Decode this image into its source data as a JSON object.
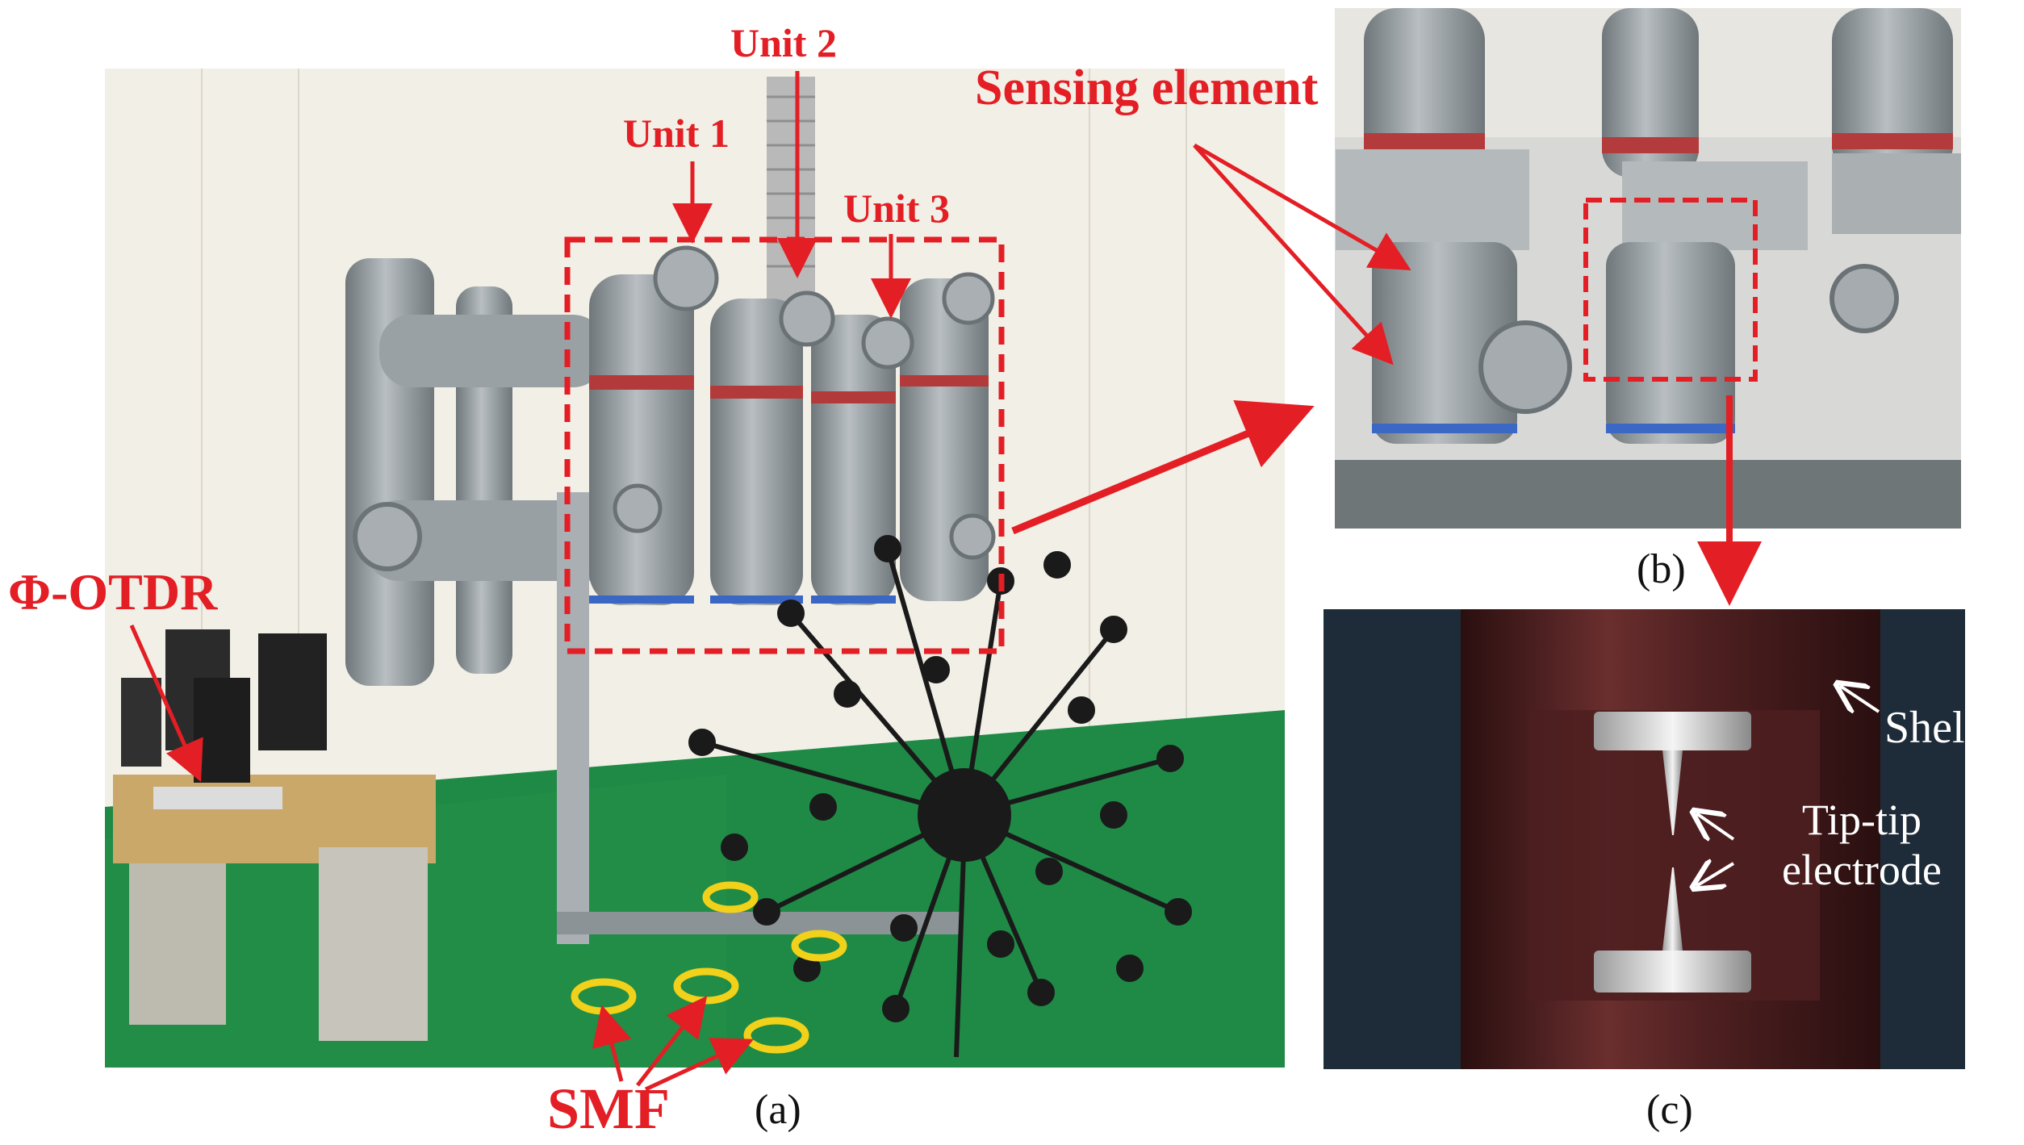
{
  "labels": {
    "unit1": "Unit 1",
    "unit2": "Unit 2",
    "unit3": "Unit 3",
    "otdr": "Φ-OTDR",
    "smf": "SMF",
    "sensing": "Sensing element",
    "shell": "Shell",
    "tip_line1": "Tip-tip",
    "tip_line2": "electrode"
  },
  "captions": {
    "a": "(a)",
    "b": "(b)",
    "c": "(c)"
  },
  "colors": {
    "annotation_red": "#e31e24",
    "floor_green": "#1f8a45",
    "equipment_gray": "#8f969a",
    "shell_brown": "#4a1d1d",
    "background_dark": "#1e2b38"
  }
}
